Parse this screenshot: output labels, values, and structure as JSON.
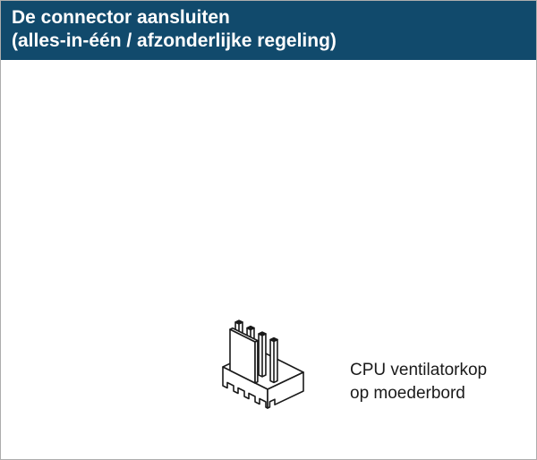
{
  "page": {
    "background": "#FFFFFF",
    "border_color": "#ADADAD"
  },
  "header": {
    "title_line1": "De connector aansluiten",
    "title_line2": "(alles-in-één / afzonderlijke regeling)",
    "background": "#114A6C",
    "text_color": "#FFFFFF"
  },
  "illustration": {
    "name": "cpu-fan-header-connector",
    "line_color": "#1A1A1A",
    "description": "4-pin CPU fan header connector, isometric line drawing"
  },
  "caption": {
    "line1": "CPU ventilatorkop",
    "line2": "op moederbord",
    "text_color": "#1A1A1A"
  }
}
